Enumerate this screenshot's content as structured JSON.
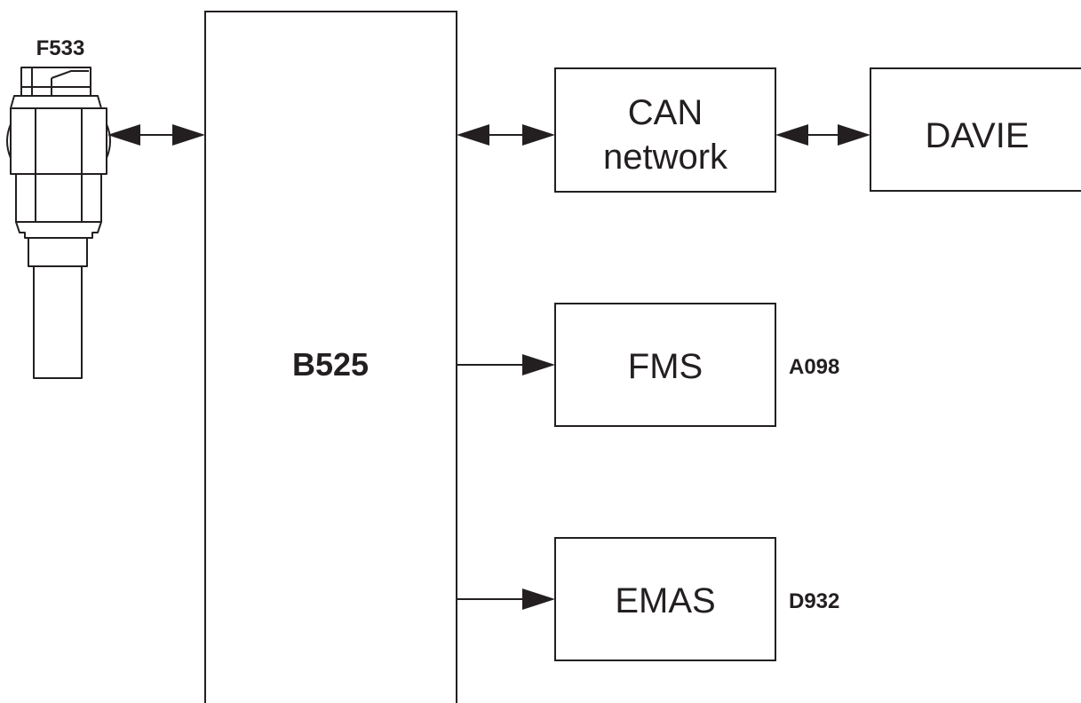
{
  "diagram": {
    "sensor": {
      "code": "F533"
    },
    "controller": {
      "label": "B525"
    },
    "can_network": {
      "line1": "CAN",
      "line2": "network"
    },
    "davie": {
      "label": "DAVIE"
    },
    "fms": {
      "label": "FMS",
      "code": "A098"
    },
    "emas": {
      "label": "EMAS",
      "code": "D932"
    },
    "colors": {
      "ink": "#231f20",
      "background": "#ffffff"
    }
  }
}
